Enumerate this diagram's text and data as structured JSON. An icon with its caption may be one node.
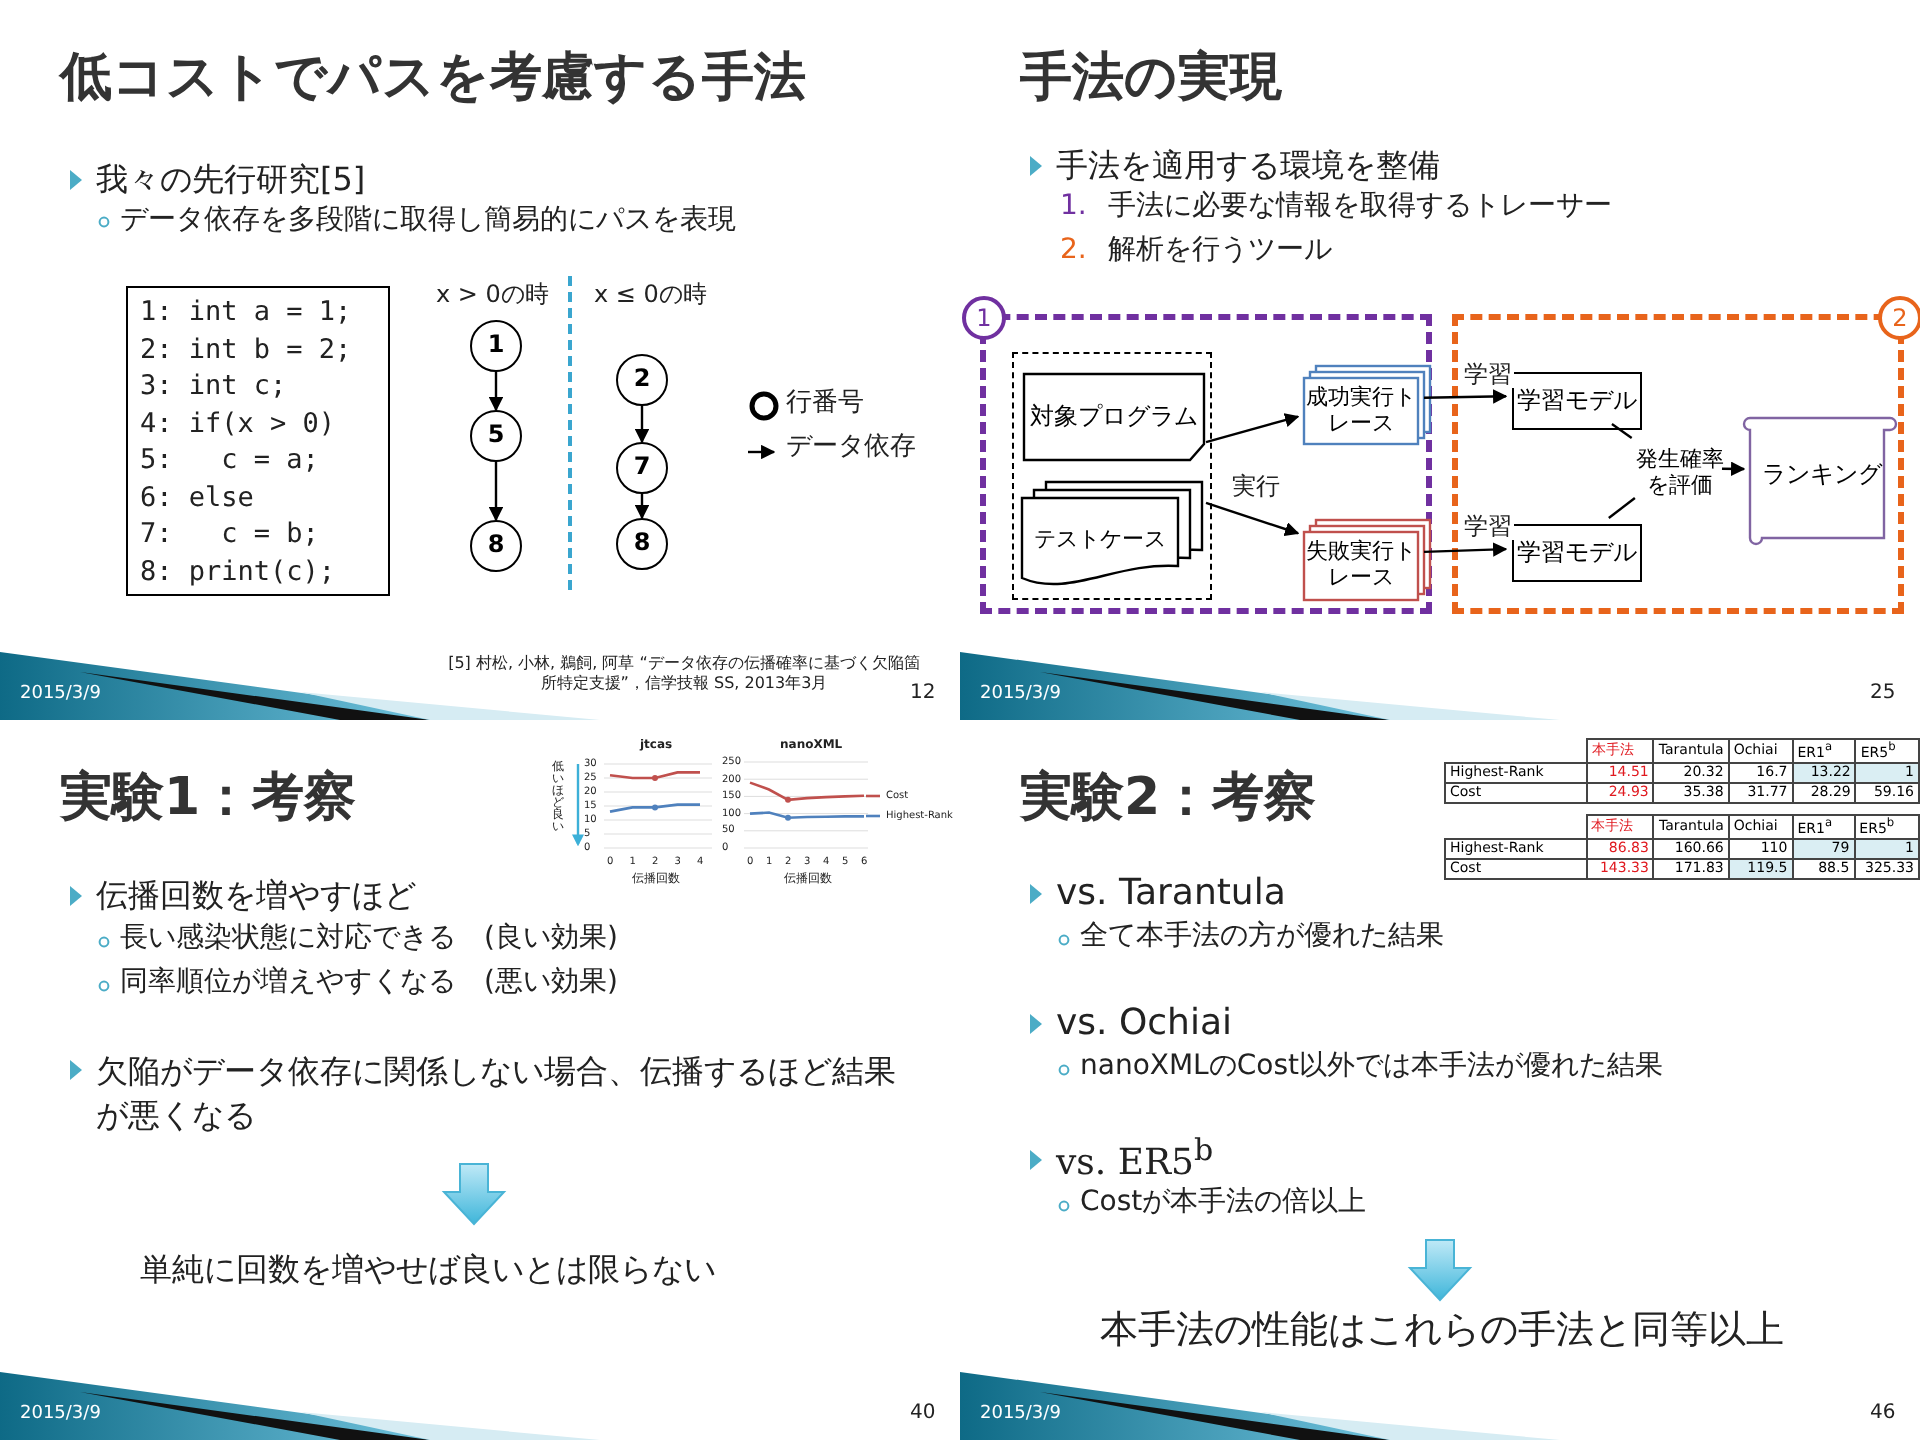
{
  "diagram": {
    "nodes": [
      {
        "text": [
          "1: int a = 1;",
          "2: int b = 2;",
          "3: int c;",
          "4: if(x > 0)",
          "5:   c = a;",
          "6: else",
          "7:   c = b;",
          "8: print(c);"
        ]
      },
      {
        "text": [
          "1"
        ]
      },
      {
        "text": [
          "5"
        ]
      },
      {
        "text": [
          "8"
        ]
      },
      {
        "text": [
          "2"
        ]
      },
      {
        "text": [
          "7"
        ]
      },
      {
        "text": [
          "8"
        ]
      },
      {
        "text": [
          "1"
        ]
      },
      {
        "text": [],
        "shape": "box",
        "in": 7
      },
      {
        "text": [
          "対象プログラム"
        ],
        "in": 8
      },
      {
        "text": [
          "テストケース"
        ],
        "in": 8
      },
      {
        "text": [
          "成功実行トレース"
        ],
        "in": 7
      },
      {
        "text": [
          "失敗実行トレース"
        ],
        "in": 7
      },
      {
        "text": [
          "2"
        ]
      },
      {
        "text": [
          "学習モデル"
        ],
        "in": 13
      },
      {
        "text": [
          "学習モデル"
        ],
        "in": 13
      },
      {
        "text": [
          "発生確率を評価"
        ],
        "in": 13
      },
      {
        "text": [
          "ランキング"
        ],
        "in": 13
      }
    ],
    "edges": [
      {
        "from": 1,
        "to": 2,
        "arrow": "to"
      },
      {
        "from": 2,
        "to": 3,
        "arrow": "to"
      },
      {
        "from": 4,
        "to": 5,
        "arrow": "to"
      },
      {
        "from": 5,
        "to": 6,
        "arrow": "to"
      },
      {
        "from": 8,
        "to": 11,
        "arrow": "to"
      },
      {
        "from": 8,
        "to": 12,
        "arrow": "to",
        "label": "実行"
      },
      {
        "from": 11,
        "to": 14,
        "arrow": "to",
        "label": "学習"
      },
      {
        "from": 12,
        "to": 15,
        "arrow": "to",
        "label": "学習"
      },
      {
        "from": 14,
        "to": 16,
        "arrow": "none"
      },
      {
        "from": 15,
        "to": 16,
        "arrow": "none"
      },
      {
        "from": 16,
        "to": 17,
        "arrow": "to"
      }
    ],
    "labels": [
      "低コストでパスを考慮する手法",
      "我々の先行研究[5]",
      "データ依存を多段階に取得し簡易的にパスを表現",
      "x > 0の時",
      "x ≤ 0の時",
      "[5] 村松, 小林, 鵜飼, 阿草 “データ依存の伝播確率に基づく欠陥箇所特定支援”，信学技報 SS, 2013年3月",
      "2015/3/9",
      "12",
      "手法の実現",
      "手法を適用する環境を整備",
      "1.",
      "手法に必要な情報を取得するトレーサー",
      "2.",
      "解析を行うツール",
      "2015/3/9",
      "25",
      "jtcas",
      "nanoXML",
      "低いほど良い",
      "30",
      "25",
      "20",
      "15",
      "10",
      "5",
      "0",
      "250",
      "200",
      "150",
      "100",
      "50",
      "0",
      "0",
      "1",
      "2",
      "3",
      "4",
      "0",
      "1",
      "2",
      "3",
      "4",
      "5",
      "6",
      "伝播回数",
      "伝播回数",
      "実験1：考察",
      "伝播回数を増やすほど",
      "長い感染状態に対応できる　(良い効果)",
      "同率順位が増えやすくなる　(悪い効果)",
      "欠陥がデータ依存に関係しない場合、伝播するほど結果が悪くなる",
      "単純に回数を増やせば良いとは限らない",
      "2015/3/9",
      "40",
      "本手法",
      "Tarantula",
      "Ochiai",
      "ER1$^{a}$",
      "ER5$^{b}$",
      "Highest-Rank",
      "14.51",
      "20.32",
      "16.7",
      "13.22",
      "1",
      "Cost",
      "24.93",
      "35.38",
      "31.77",
      "28.29",
      "59.16",
      "本手法",
      "Tarantula",
      "Ochiai",
      "ER1$^{a}$",
      "ER5$^{b}$",
      "Highest-Rank",
      "86.83",
      "160.66",
      "110",
      "79",
      "1",
      "Cost",
      "143.33",
      "171.83",
      "119.5",
      "88.5",
      "325.33",
      "実験2：考察",
      "vs. Tarantula",
      "全て本手法の方が優れた結果",
      "vs. Ochiai",
      "nanoXMLのCost以外では本手法が優れた結果",
      "vs. ER5$^{b}$",
      "Costが本手法の倍以上",
      "本手法の性能はこれらの手法と同等以上",
      "2015/3/9",
      "46"
    ],
    "legend": [
      {
        "text": "行番号"
      },
      {
        "text": "データ依存"
      },
      {
        "text": "Cost"
      },
      {
        "text": "Highest-Rank"
      }
    ]
  }
}
